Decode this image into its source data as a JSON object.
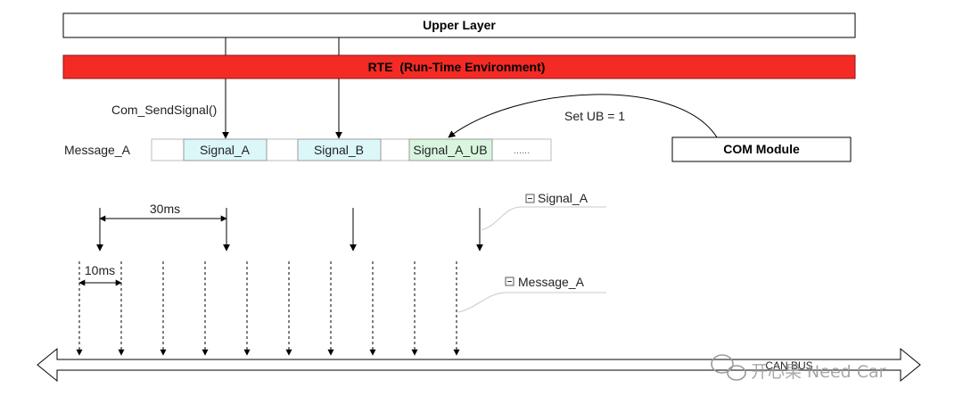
{
  "upper_layer_label": "Upper Layer",
  "rte_label": "RTE  (Run-Time Environment)",
  "com_send_signal_label": "Com_SendSignal()",
  "message_a_label": "Message_A",
  "slots": [
    "Signal_A",
    "Signal_B",
    "Signal_A_UB",
    "......"
  ],
  "set_ub_label": "Set UB = 1",
  "com_module_label": "COM Module",
  "period_30_label": "30ms",
  "period_10_label": "10ms",
  "legend_signal": "Signal_A",
  "legend_message": "Message_A",
  "can_bus_label": "CAN BUS",
  "watermark": "开心果 Need Car",
  "colors": {
    "rte_fill": "#f42a25",
    "signal_fill": "#dcf7f8",
    "signal_ub_fill": "#d9f5e0"
  }
}
